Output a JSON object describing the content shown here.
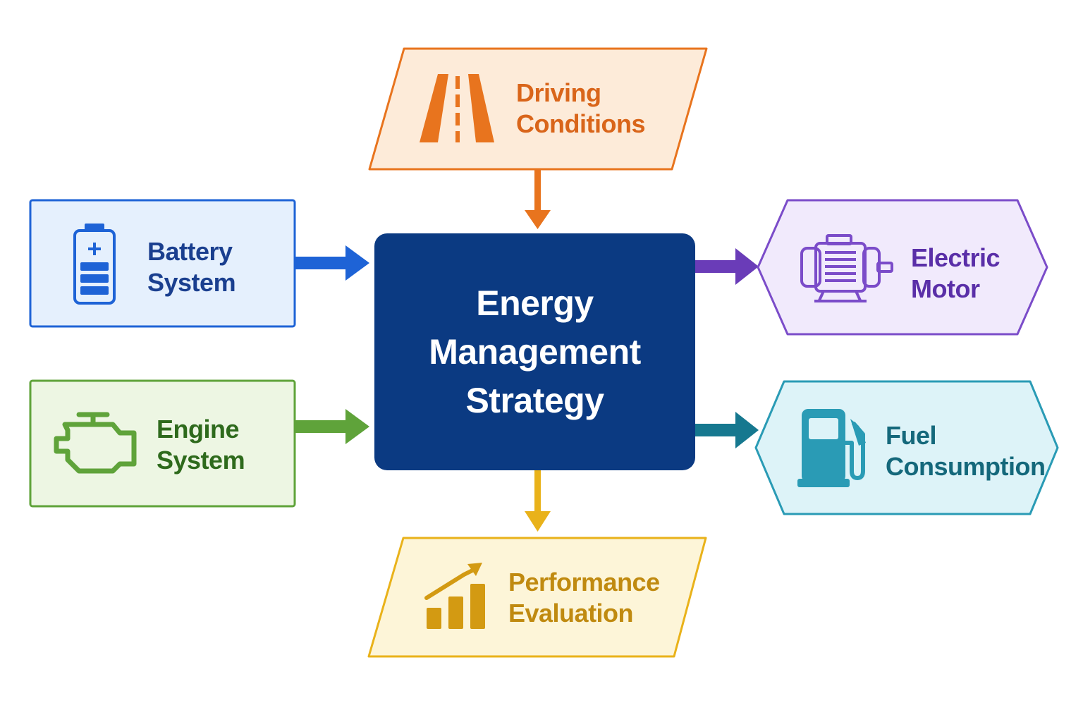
{
  "center": {
    "line1": "Energy",
    "line2": "Management",
    "line3": "Strategy",
    "fill": "#0B3A82"
  },
  "nodes": {
    "driving": {
      "line1": "Driving",
      "line2": "Conditions",
      "icon": "road-icon",
      "color": "#E8741E",
      "fill": "#FDEBD9"
    },
    "battery": {
      "line1": "Battery",
      "line2": "System",
      "icon": "battery-icon",
      "color": "#1E63D6",
      "fill": "#E5F0FD"
    },
    "engine": {
      "line1": "Engine",
      "line2": "System",
      "icon": "engine-icon",
      "color": "#5FA33A",
      "fill": "#EDF6E3"
    },
    "motor": {
      "line1": "Electric",
      "line2": "Motor",
      "icon": "motor-icon",
      "color": "#7B4CC9",
      "fill": "#F1EAFC"
    },
    "fuel": {
      "line1": "Fuel",
      "line2": "Consumption",
      "icon": "fuel-pump-icon",
      "color": "#2A9BB5",
      "fill": "#DDF3F8"
    },
    "performance": {
      "line1": "Performance",
      "line2": "Evaluation",
      "icon": "bar-chart-trend-icon",
      "color": "#E9B21A",
      "fill": "#FDF5D8"
    }
  }
}
